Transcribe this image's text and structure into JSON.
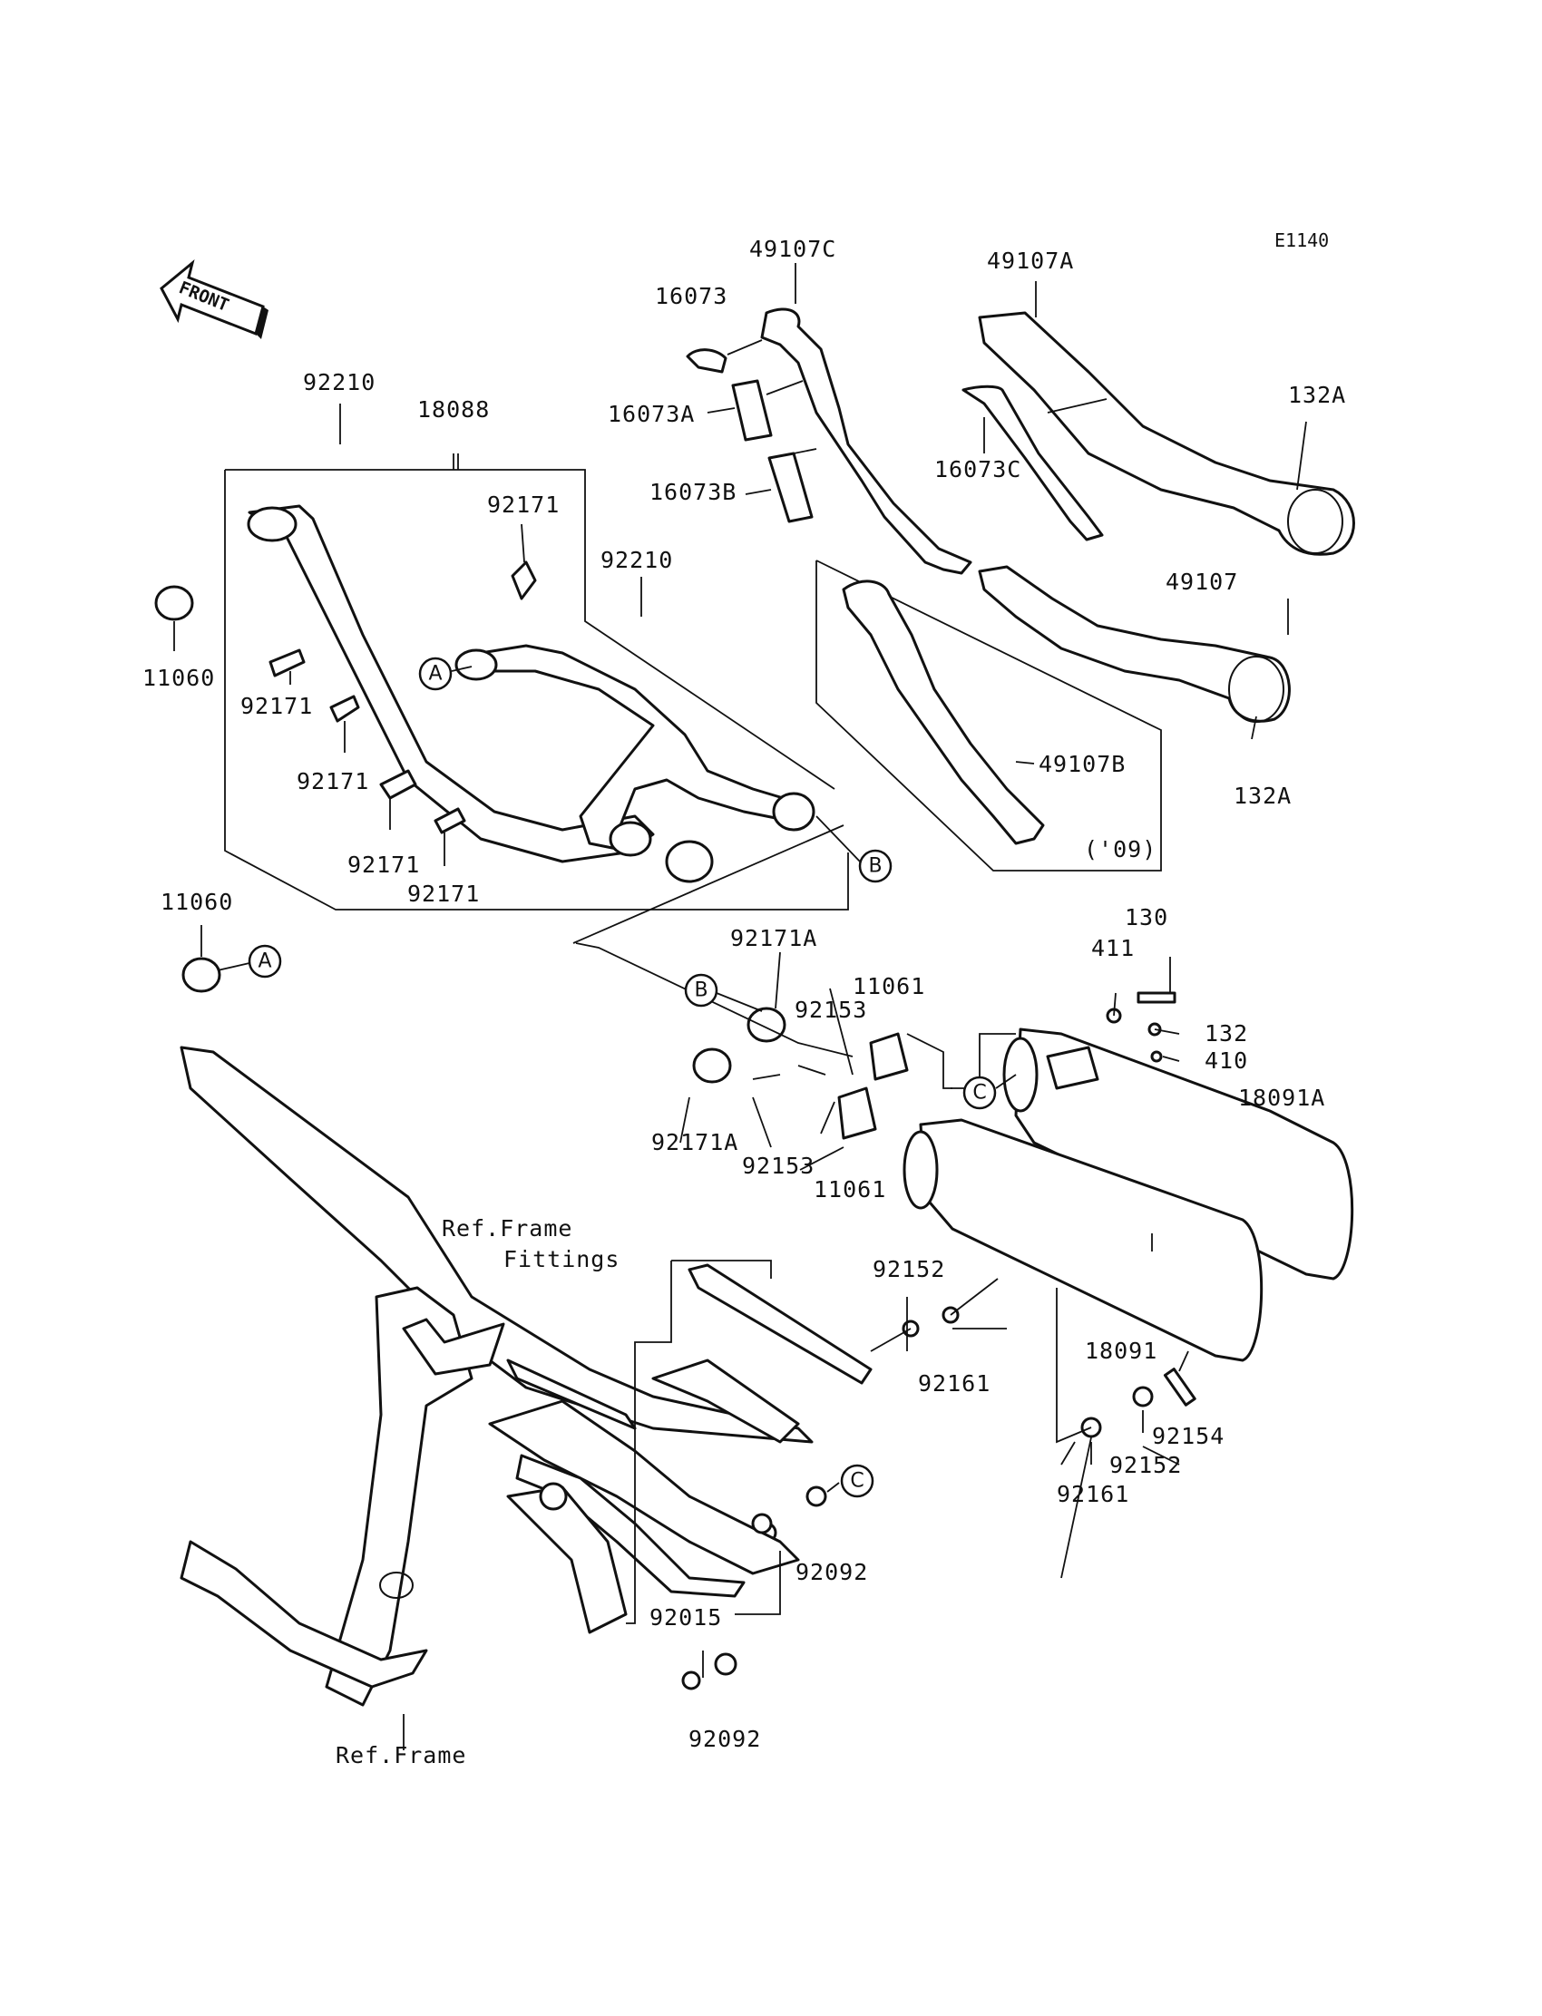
{
  "diagram_code": "E1140",
  "front_arrow_text": "FRONT",
  "callouts": {
    "a": "A",
    "b": "B",
    "c": "C"
  },
  "ref_labels": {
    "ref_frame_fittings_line1": "Ref.Frame",
    "ref_frame_fittings_line2": "Fittings",
    "ref_frame": "Ref.Frame"
  },
  "year_note": "('09)",
  "part_numbers": {
    "p49107C": "49107C",
    "p49107A": "49107A",
    "p16073": "16073",
    "p16073A": "16073A",
    "p16073B": "16073B",
    "p16073C": "16073C",
    "p132A_top": "132A",
    "p132A_bottom": "132A",
    "p49107": "49107",
    "p49107B": "49107B",
    "p92210_top": "92210",
    "p92210_mid": "92210",
    "p18088": "18088",
    "p92171_a": "92171",
    "p92171_b": "92171",
    "p92171_c": "92171",
    "p92171_d": "92171",
    "p92171_e": "92171",
    "p11060_top": "11060",
    "p11060_bottom": "11060",
    "p92171A_top": "92171A",
    "p92171A_bottom": "92171A",
    "p92153_top": "92153",
    "p92153_bottom": "92153",
    "p11061_top": "11061",
    "p11061_bottom": "11061",
    "p411": "411",
    "p130": "130",
    "p132": "132",
    "p410": "410",
    "p18091A": "18091A",
    "p18091": "18091",
    "p92152_top": "92152",
    "p92152_bottom": "92152",
    "p92161_top": "92161",
    "p92161_bottom": "92161",
    "p92154": "92154",
    "p92092_top": "92092",
    "p92092_bottom": "92092",
    "p92015": "92015"
  }
}
